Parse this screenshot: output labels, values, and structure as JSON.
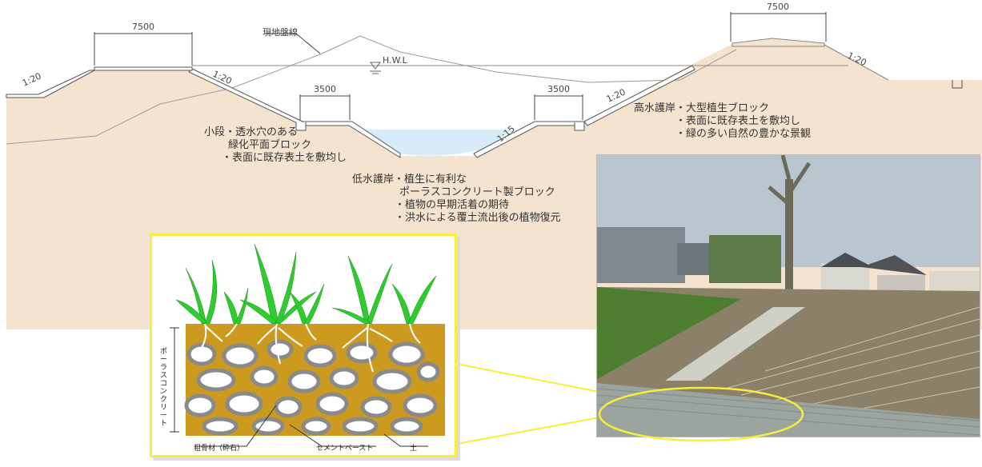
{
  "section": {
    "dims": {
      "crest_left": "7500",
      "crest_right": "7500",
      "berm_left": "3500",
      "berm_right": "3500"
    },
    "slopes": {
      "outer_left": "1:20",
      "inner_left": "1:20",
      "inner_right": "1:20",
      "outer_right": "1:20",
      "low_right": "1:15"
    },
    "labels": {
      "ground_line": "現地盤線",
      "hwl": "H.W.L"
    }
  },
  "notes": {
    "berm": [
      "小段・透水穴のある",
      "緑化平面ブロック",
      "・表面に既存表土を敷均し"
    ],
    "low_water": [
      "低水護岸・植生に有利な",
      "ポーラスコンクリート製ブロック",
      "・植物の早期活着の期待",
      "・洪水による覆土流出後の植物復元"
    ],
    "high_water": [
      "高水護岸・大型植生ブロック",
      "・表面に既存表土を敷均し",
      "・緑の多い自然の豊かな景観"
    ]
  },
  "detail": {
    "vertical_label": "ポーラスコンクリート",
    "callouts": {
      "aggregate": "粗骨材（砕石）",
      "paste": "セメントペースト",
      "soil": "土"
    }
  },
  "colors": {
    "embankment": "#f4e4cf",
    "water": "#d7ecf8",
    "soil_detail": "#cc9a1e",
    "grass": "#2ecc2e",
    "highlight": "#f6ee3a"
  }
}
